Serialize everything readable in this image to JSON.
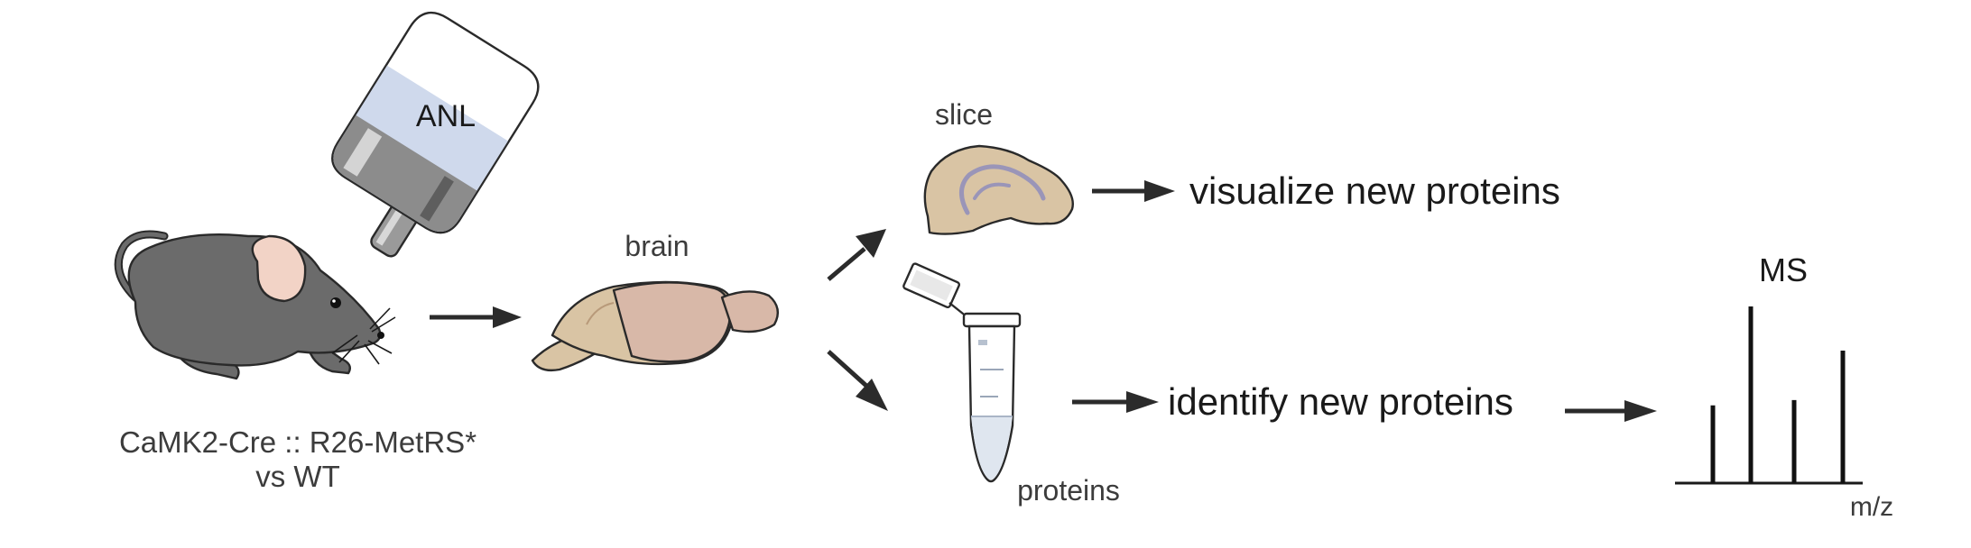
{
  "labels": {
    "bottle": "ANL",
    "mouse_line1": "CaMK2-Cre :: R26-MetRS*",
    "mouse_line2": "vs WT",
    "brain": "brain",
    "slice": "slice",
    "proteins": "proteins",
    "visualize": "visualize new proteins",
    "identify": "identify new proteins",
    "ms_title": "MS",
    "ms_axis": "m/z"
  },
  "colors": {
    "mouse_body": "#6b6b6b",
    "mouse_ear": "#f2d3c6",
    "brain_tissue": "#d9c4a4",
    "brain_region": "#d8b8a8",
    "slice_vein": "#9a95b8",
    "bottle_liquid": "#cfd9ec",
    "bottle_label": "#5b82c2",
    "tube_liquid": "#dfe6ef"
  },
  "icons": {
    "mouse": "mouse-icon",
    "bottle": "water-bottle-icon",
    "brain": "brain-icon",
    "slice": "brain-slice-icon",
    "tube": "microcentrifuge-tube-icon",
    "spectrum": "mass-spectrum-icon"
  },
  "ms_peaks": [
    0.44,
    1.0,
    0.47,
    0.75
  ]
}
